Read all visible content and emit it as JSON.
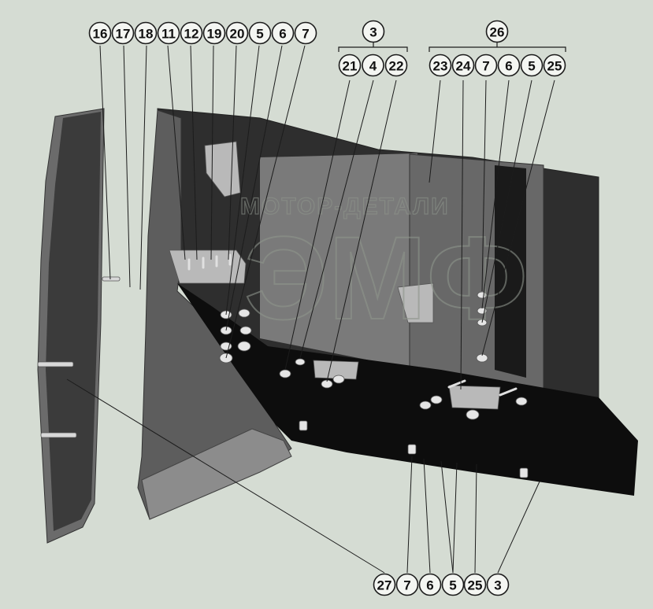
{
  "diagram": {
    "background": "#d5dcd3",
    "part_fill_dark": "#0d0d0d",
    "part_fill_mid": "#4a4a4a",
    "part_fill_light": "#8a8a8a",
    "watermark": {
      "text": "МОТОР-ДЕТАЛИ",
      "logo": "ЭМФ"
    },
    "top_callouts": [
      "16",
      "17",
      "18",
      "11",
      "12",
      "19",
      "20",
      "5",
      "6",
      "7"
    ],
    "group_a": {
      "label": "3",
      "items": [
        "21",
        "4",
        "22"
      ]
    },
    "group_b": {
      "label": "26",
      "items": [
        "23",
        "24",
        "7",
        "6",
        "5",
        "25"
      ]
    },
    "bottom_callouts": [
      "27",
      "7",
      "6",
      "5",
      "25",
      "3"
    ]
  }
}
